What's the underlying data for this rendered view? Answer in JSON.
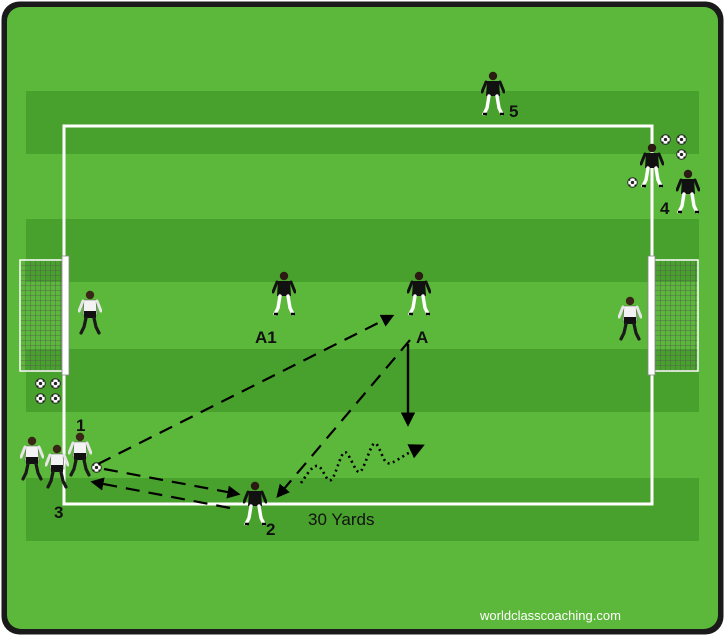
{
  "labels": {
    "player_1": "1",
    "player_2": "2",
    "player_3": "3",
    "player_4": "4",
    "player_5": "5",
    "player_A": "A",
    "player_A1": "A1"
  },
  "distance_label": "30 Yards",
  "credit": "worldclasscoaching.com",
  "colors": {
    "grass_light": "#5cb83a",
    "grass_dark": "#48a12c",
    "frame_border": "#1a1a1a",
    "line": "#ffffff",
    "team_dark": "#111111",
    "team_light": "#f3f3f3"
  }
}
